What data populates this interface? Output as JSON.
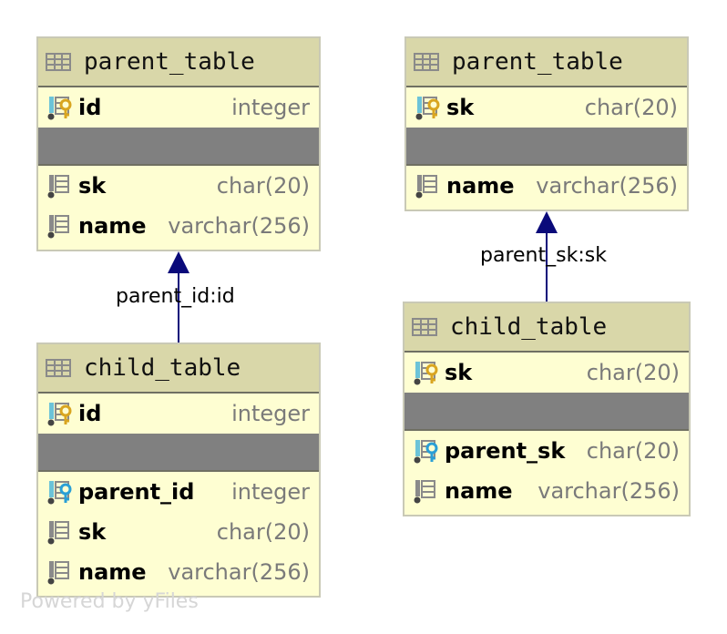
{
  "diagram": {
    "tables": [
      {
        "id": "left_parent",
        "title": "parent_table",
        "pk_rows": [
          {
            "name": "id",
            "type": "integer",
            "icon": "primary-key-column-icon"
          }
        ],
        "rows": [
          {
            "name": "sk",
            "type": "char(20)",
            "icon": "column-icon"
          },
          {
            "name": "name",
            "type": "varchar(256)",
            "icon": "column-icon"
          }
        ]
      },
      {
        "id": "left_child",
        "title": "child_table",
        "pk_rows": [
          {
            "name": "id",
            "type": "integer",
            "icon": "primary-key-column-icon"
          }
        ],
        "rows": [
          {
            "name": "parent_id",
            "type": "integer",
            "icon": "foreign-key-column-icon"
          },
          {
            "name": "sk",
            "type": "char(20)",
            "icon": "column-icon"
          },
          {
            "name": "name",
            "type": "varchar(256)",
            "icon": "column-icon"
          }
        ]
      },
      {
        "id": "right_parent",
        "title": "parent_table",
        "pk_rows": [
          {
            "name": "sk",
            "type": "char(20)",
            "icon": "primary-key-column-icon"
          }
        ],
        "rows": [
          {
            "name": "name",
            "type": "varchar(256)",
            "icon": "column-icon"
          }
        ]
      },
      {
        "id": "right_child",
        "title": "child_table",
        "pk_rows": [
          {
            "name": "sk",
            "type": "char(20)",
            "icon": "primary-key-column-icon"
          }
        ],
        "rows": [
          {
            "name": "parent_sk",
            "type": "char(20)",
            "icon": "foreign-key-column-icon"
          },
          {
            "name": "name",
            "type": "varchar(256)",
            "icon": "column-icon"
          }
        ]
      }
    ],
    "edges": [
      {
        "from": "left_child",
        "to": "left_parent",
        "label": "parent_id:id"
      },
      {
        "from": "right_child",
        "to": "right_parent",
        "label": "parent_sk:sk"
      }
    ],
    "colors": {
      "table_body": "#fefed2",
      "table_header": "#d9d7a9",
      "separator": "#808080",
      "edge": "#0a0a7a",
      "key_gold": "#d9a520",
      "key_blue": "#2a9fd6",
      "column_teal": "#6cc3d8",
      "column_gray": "#8a8a8a"
    }
  },
  "watermark": "Powered by yFiles"
}
